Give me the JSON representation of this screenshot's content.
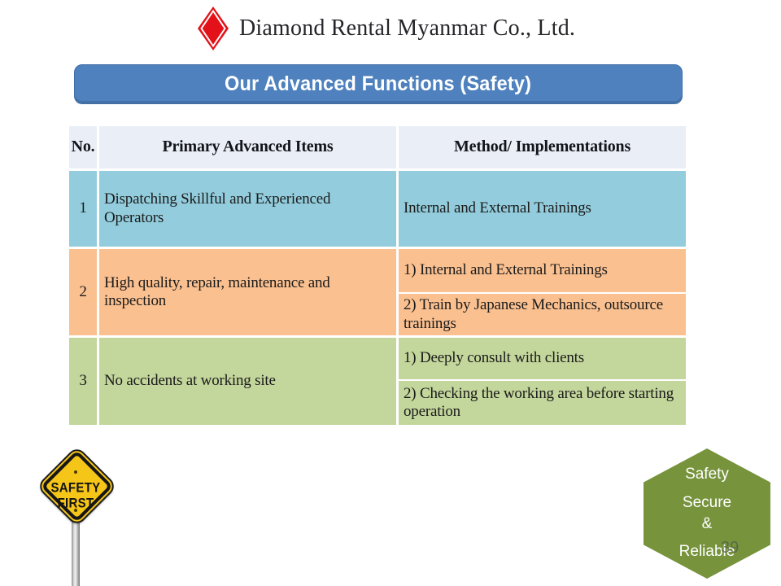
{
  "company": {
    "name": "Diamond Rental Myanmar Co., Ltd.",
    "logo_color": "#E31119"
  },
  "banner": {
    "title": "Our Advanced Functions (Safety)",
    "bg": "#4E81BD"
  },
  "table": {
    "header_bg": "#EAEFF7",
    "columns": [
      "No.",
      "Primary Advanced Items",
      "Method/ Implementations"
    ],
    "rows": [
      {
        "no": "1",
        "item": "Dispatching Skillful and Experienced Operators",
        "color": "#93CDDD",
        "methods": [
          "Internal and External Trainings"
        ]
      },
      {
        "no": "2",
        "item": "High quality, repair, maintenance and inspection",
        "color": "#FAC090",
        "methods": [
          "1) Internal and External Trainings",
          "2) Train by Japanese Mechanics, outsource trainings"
        ]
      },
      {
        "no": "3",
        "item": "No accidents at working site",
        "color": "#C3D69B",
        "methods": [
          "1) Deeply consult with clients",
          "2) Checking the working area before starting operation"
        ]
      }
    ]
  },
  "sign": {
    "line1": "SAFETY",
    "line2": "FIRST",
    "bg": "#F5C518"
  },
  "badge": {
    "bg": "#77933C",
    "lines": [
      "Safety",
      "Secure",
      "&",
      "Reliable"
    ]
  },
  "slide_number": "39"
}
